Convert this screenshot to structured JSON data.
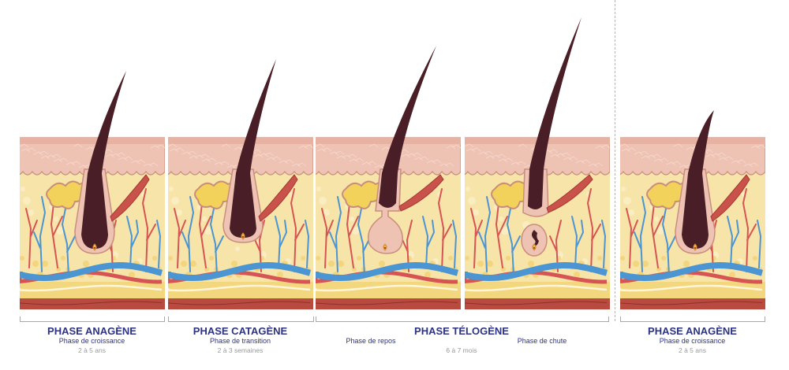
{
  "phases": [
    {
      "title": "PHASE ANAGÈNE",
      "subtitle": "Phase de croissance",
      "duration": "2 à 5 ans"
    },
    {
      "title": "PHASE CATAGÈNE",
      "subtitle": "Phase de transition",
      "duration": "2 à 3 semaines"
    },
    {
      "title": "PHASE TÉLOGÈNE",
      "subtitle_left": "Phase de repos",
      "subtitle_right": "Phase de chute",
      "duration": "6 à 7 mois"
    },
    {
      "title": "PHASE ANAGÈNE",
      "subtitle": "Phase de croissance",
      "duration": "2 à 5 ans"
    }
  ],
  "colors": {
    "hair": "#4a1e26",
    "epidermis": "#efc3b4",
    "dermis": "#f7e4a9",
    "vein": "#4b95d3",
    "artery": "#d65454",
    "title": "#2d3282"
  }
}
